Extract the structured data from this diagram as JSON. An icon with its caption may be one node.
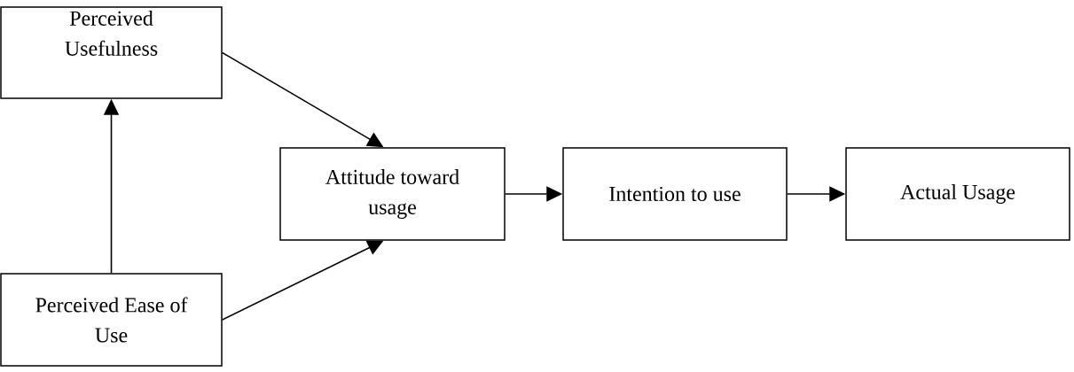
{
  "diagram": {
    "nodes": [
      {
        "text": [
          "Perceived Usefulness"
        ]
      },
      {
        "text": [
          "Perceived Ease of Use"
        ]
      },
      {
        "text": [
          "Attitude toward usage"
        ]
      },
      {
        "text": [
          "Intention to use"
        ]
      },
      {
        "text": [
          "Actual Usage"
        ]
      }
    ],
    "edges": [
      {
        "from": 1,
        "to": 0,
        "arrow": "to"
      },
      {
        "from": 0,
        "to": 2,
        "arrow": "to"
      },
      {
        "from": 1,
        "to": 2,
        "arrow": "to"
      },
      {
        "from": 2,
        "to": 3,
        "arrow": "to"
      },
      {
        "from": 3,
        "to": 4,
        "arrow": "to"
      }
    ]
  }
}
